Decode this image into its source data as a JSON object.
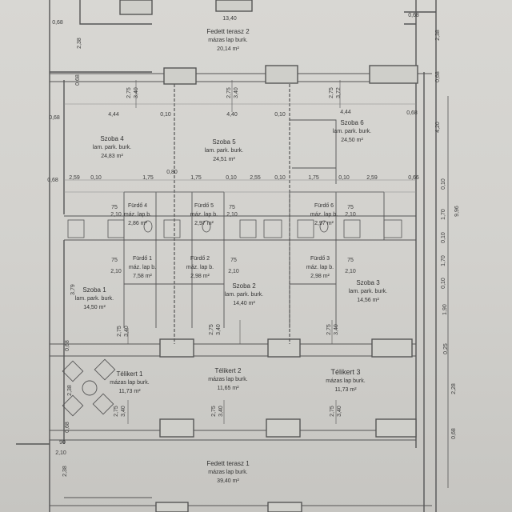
{
  "rooms": {
    "terasz2": {
      "name": "Fedett terasz 2",
      "floor": "mázas lap burk.",
      "area": "20,14 m²"
    },
    "szoba4": {
      "name": "Szoba 4",
      "floor": "lam. park. burk.",
      "area": "24,83 m²"
    },
    "szoba5": {
      "name": "Szoba 5",
      "floor": "lam. park. burk.",
      "area": "24,51 m²"
    },
    "szoba6": {
      "name": "Szoba 6",
      "floor": "lam. park. burk.",
      "area": "24,50 m²"
    },
    "furdo4": {
      "name": "Fürdő 4",
      "floor": "máz. lap b.",
      "area": "2,86 m²"
    },
    "furdo5": {
      "name": "Fürdő 5",
      "floor": "máz. lap b.",
      "area": "2,97 m²"
    },
    "furdo6": {
      "name": "Fürdő 6",
      "floor": "máz. lap b.",
      "area": "2,97 m²"
    },
    "furdo1": {
      "name": "Fürdő 1",
      "floor": "máz. lap b.",
      "area": "7,58 m²"
    },
    "furdo2": {
      "name": "Fürdő 2",
      "floor": "máz. lap b.",
      "area": "2,98 m²"
    },
    "furdo3": {
      "name": "Fürdő 3",
      "floor": "máz. lap b.",
      "area": "2,98 m²"
    },
    "szoba1": {
      "name": "Szoba 1",
      "floor": "lam. park. burk.",
      "area": "14,50 m²"
    },
    "szoba2": {
      "name": "Szoba 2",
      "floor": "lam. park. burk.",
      "area": "14,40 m²"
    },
    "szoba3": {
      "name": "Szoba 3",
      "floor": "lam. park. burk.",
      "area": "14,56 m²"
    },
    "telikert1": {
      "name": "Télikert 1",
      "floor": "mázas lap burk.",
      "area": "11,73 m²"
    },
    "telikert2": {
      "name": "Télikert 2",
      "floor": "mázas lap burk.",
      "area": "11,65 m²"
    },
    "telikert3": {
      "name": "Télikert 3",
      "floor": "mázas lap burk.",
      "area": "11,73 m²"
    },
    "terasz1": {
      "name": "Fedett terasz 1",
      "floor": "mázas lap burk.",
      "area": "39,40 m²"
    }
  },
  "dims": {
    "top_width": "13,40",
    "row1": [
      "4,44",
      "0,10",
      "4,40",
      "0,10",
      "4,44"
    ],
    "row2": [
      "2,59",
      "0,10",
      "1,75",
      "0,80",
      "1,75",
      "0,10",
      "2,55",
      "0,10",
      "1,75",
      "0,10",
      "2,59"
    ],
    "left": [
      "0,68",
      "2,38",
      "0,68",
      "0,68",
      "0,68",
      "3,79",
      "0,68",
      "2,38",
      "0,68",
      "2,38"
    ],
    "right_inner": [
      "0,68",
      "0,68",
      "0,66"
    ],
    "right": [
      "2,38",
      "0,68",
      "4,20",
      "0,10",
      "1,70",
      "0,10",
      "1,70",
      "0,10",
      "1,90",
      "0,25",
      "2,28",
      "0,68"
    ],
    "total": "9,96",
    "door_w": "75",
    "door_h": "2,10",
    "entry_w": "90",
    "entry_h": "2,10",
    "win_a": "2,75",
    "win_b": "3,40",
    "win_c": "3,72"
  }
}
